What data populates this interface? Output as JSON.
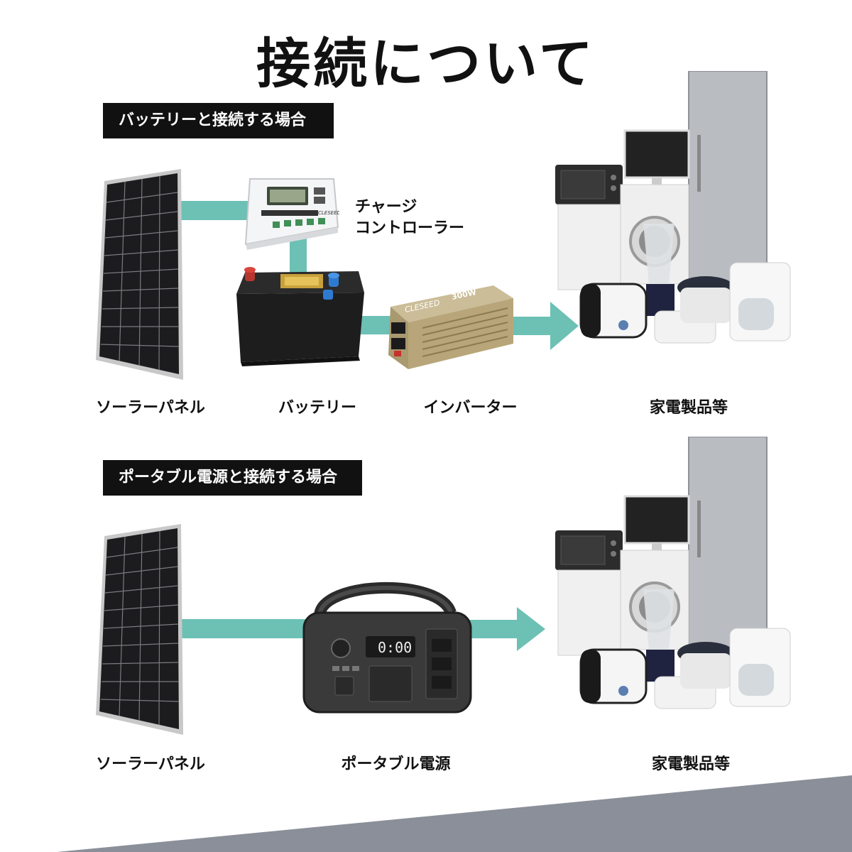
{
  "title": "接続について",
  "section1": {
    "label": "バッテリーと接続する場合",
    "charge_controller_label_line1": "チャージ",
    "charge_controller_label_line2": "コントローラー",
    "captions": {
      "solar_panel": "ソーラーパネル",
      "battery": "バッテリー",
      "inverter": "インバーター",
      "appliances": "家電製品等"
    },
    "inverter_brand": "CLESEED",
    "inverter_model": "300W",
    "controller_brand": "CLESEED"
  },
  "section2": {
    "label": "ポータブル電源と接続する場合",
    "captions": {
      "solar_panel": "ソーラーパネル",
      "portable_power": "ポータブル電源",
      "appliances": "家電製品等"
    },
    "display_time": "0:00"
  },
  "colors": {
    "connector": "#6cc0b4",
    "label_bg": "#111111",
    "footer_gray": "#8a8f99"
  }
}
